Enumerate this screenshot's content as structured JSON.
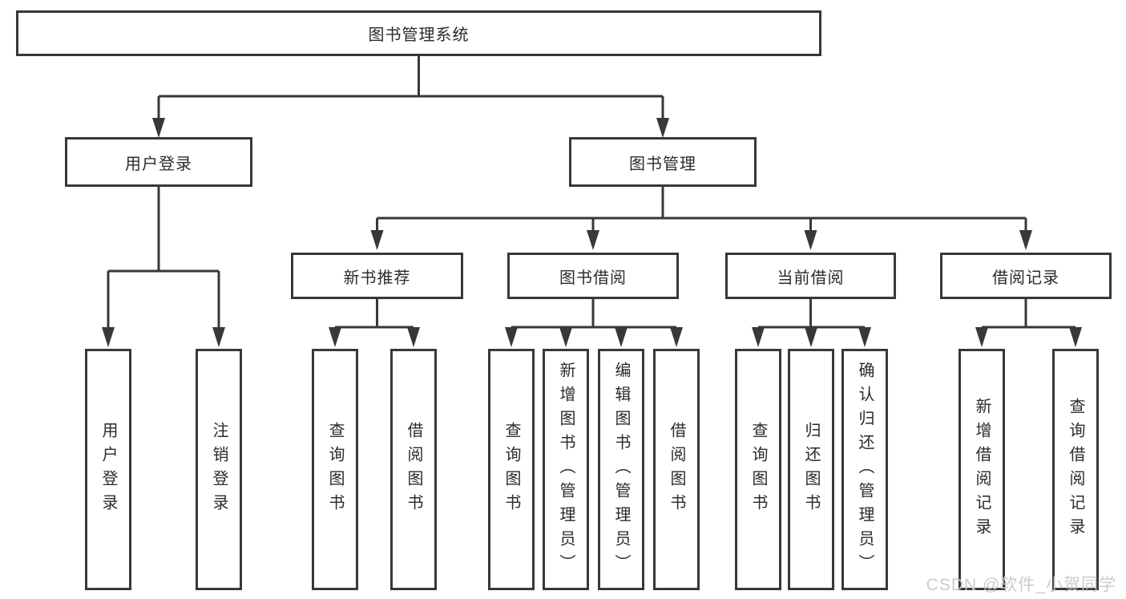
{
  "tree": {
    "label": "图书管理系统",
    "children": [
      {
        "label": "用户登录",
        "children": [
          {
            "label": "用户登录"
          },
          {
            "label": "注销登录"
          }
        ]
      },
      {
        "label": "图书管理",
        "children": [
          {
            "label": "新书推荐",
            "children": [
              {
                "label": "查询图书"
              },
              {
                "label": "借阅图书"
              }
            ]
          },
          {
            "label": "图书借阅",
            "children": [
              {
                "label": "查询图书"
              },
              {
                "label": "新增图书（管理员）"
              },
              {
                "label": "编辑图书（管理员）"
              },
              {
                "label": "借阅图书"
              }
            ]
          },
          {
            "label": "当前借阅",
            "children": [
              {
                "label": "查询图书"
              },
              {
                "label": "归还图书"
              },
              {
                "label": "确认归还（管理员）"
              }
            ]
          },
          {
            "label": "借阅记录",
            "children": [
              {
                "label": "新增借阅记录"
              },
              {
                "label": "查询借阅记录"
              }
            ]
          }
        ]
      }
    ]
  },
  "watermark": {
    "text": "CSDN @软件_小贺同学"
  },
  "colors": {
    "line": "#383838",
    "box_border": "#383838",
    "box_fill": "#ffffff",
    "text": "#2b2b2b",
    "watermark": "#c9c9c9"
  }
}
